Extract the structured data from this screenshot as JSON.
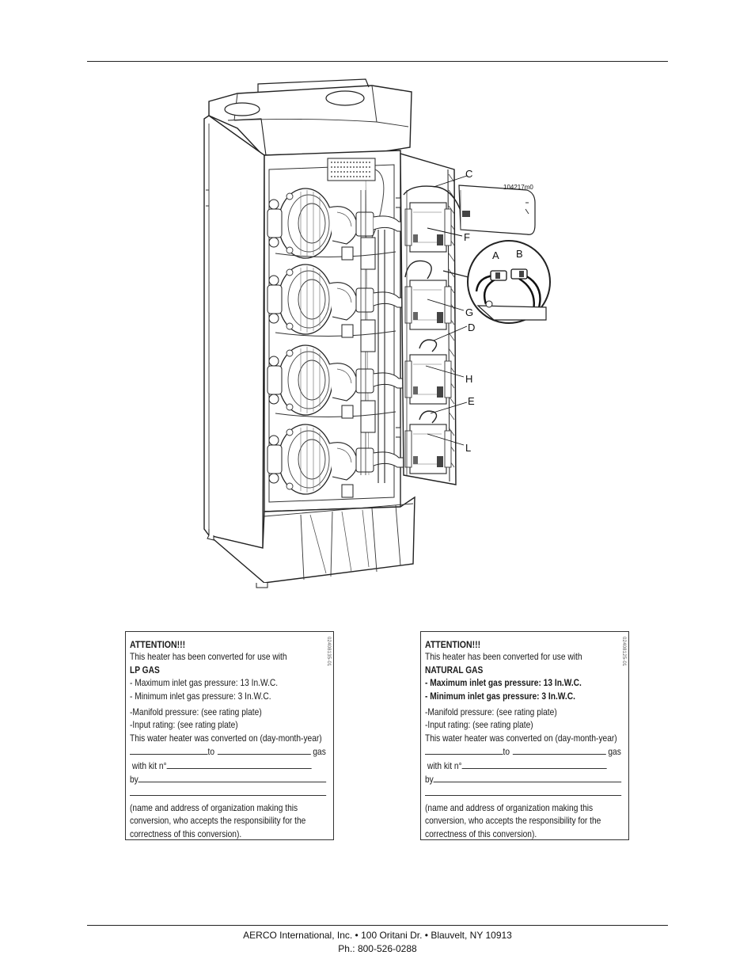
{
  "figure": {
    "callouts": {
      "c": "C",
      "f": "F",
      "a": "A",
      "b": "B",
      "g": "G",
      "d": "D",
      "h": "H",
      "e": "E",
      "l": "L"
    },
    "part_number": "104217m0"
  },
  "labels": [
    {
      "code": "02408135-01",
      "attention": "ATTENTION!!!",
      "converted_line": "This heater has been converted for use with",
      "gas_type": "LP GAS",
      "max_pressure": "- Maximum inlet gas pressure: 13 In.W.C.",
      "min_pressure": "- Minimum inlet gas pressure: 3 In.W.C.",
      "manifold": "-Manifold pressure: (see rating plate)",
      "input_rating": "-Input rating: (see rating plate)",
      "converted_on": "This water heater was converted on (day-month-year)",
      "to_word": "to",
      "gas_word": "gas",
      "kit_label": "with kit n°",
      "by_label": "by",
      "note_1": "(name and address of organization making this",
      "note_2": "conversion, who accepts the responsibility for the",
      "note_3": "correctness of this  conversion)."
    },
    {
      "code": "02408125-01",
      "attention": "ATTENTION!!!",
      "converted_line": "This heater has been converted for use with",
      "gas_type": "NATURAL GAS",
      "max_pressure": "- Maximum inlet gas pressure: 13 In.W.C.",
      "min_pressure": "- Minimum inlet gas pressure: 3 In.W.C.",
      "manifold": "-Manifold pressure: (see rating plate)",
      "input_rating": "-Input rating: (see rating plate)",
      "converted_on": "This water heater was converted on (day-month-year)",
      "to_word": "to",
      "gas_word": "gas",
      "kit_label": "with kit n°",
      "by_label": "by",
      "note_1": "(name and address of organization making this",
      "note_2": "conversion, who accepts the responsibility for the",
      "note_3": "correctness of this  conversion)."
    }
  ],
  "footer": {
    "address": "AERCO International, Inc. • 100 Oritani Dr. •  Blauvelt, NY 10913",
    "phone": "Ph.: 800-526-0288"
  }
}
